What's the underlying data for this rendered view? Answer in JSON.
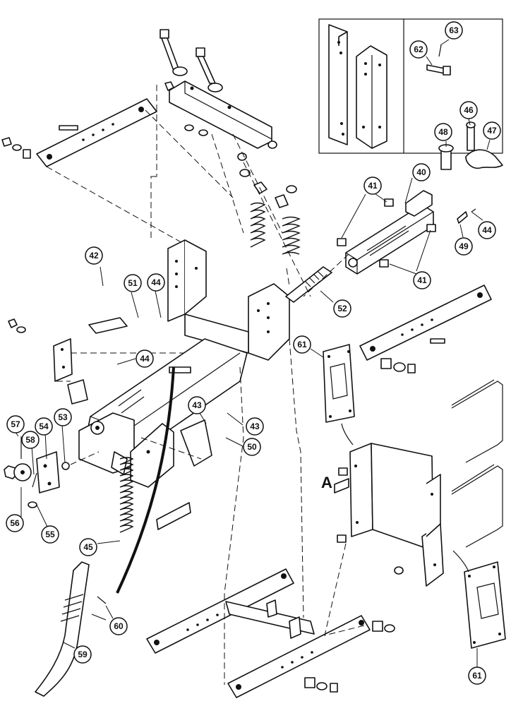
{
  "diagram": {
    "section_label": "A",
    "callouts": [
      {
        "id": "c63",
        "label": "63"
      },
      {
        "id": "c62",
        "label": "62"
      },
      {
        "id": "c46",
        "label": "46"
      },
      {
        "id": "c48",
        "label": "48"
      },
      {
        "id": "c47",
        "label": "47"
      },
      {
        "id": "c40",
        "label": "40"
      },
      {
        "id": "c41a",
        "label": "41"
      },
      {
        "id": "c41b",
        "label": "41"
      },
      {
        "id": "c44a",
        "label": "44"
      },
      {
        "id": "c49",
        "label": "49"
      },
      {
        "id": "c42",
        "label": "42"
      },
      {
        "id": "c51",
        "label": "51"
      },
      {
        "id": "c44b",
        "label": "44"
      },
      {
        "id": "c52",
        "label": "52"
      },
      {
        "id": "c61a",
        "label": "61"
      },
      {
        "id": "c44c",
        "label": "44"
      },
      {
        "id": "c43a",
        "label": "43"
      },
      {
        "id": "c43b",
        "label": "43"
      },
      {
        "id": "c50",
        "label": "50"
      },
      {
        "id": "c57",
        "label": "57"
      },
      {
        "id": "c54",
        "label": "54"
      },
      {
        "id": "c53",
        "label": "53"
      },
      {
        "id": "c58",
        "label": "58"
      },
      {
        "id": "c56",
        "label": "56"
      },
      {
        "id": "c55",
        "label": "55"
      },
      {
        "id": "c45",
        "label": "45"
      },
      {
        "id": "c60",
        "label": "60"
      },
      {
        "id": "c59",
        "label": "59"
      },
      {
        "id": "c61b",
        "label": "61"
      }
    ]
  }
}
